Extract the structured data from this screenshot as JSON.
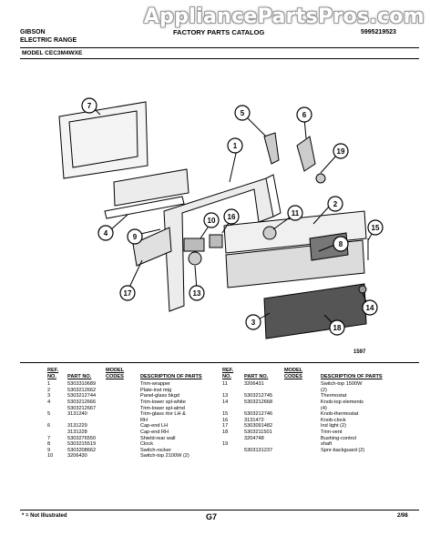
{
  "watermark": "AppliancePartsPros.com",
  "header": {
    "brand_line1": "GIBSON",
    "brand_line2": "ELECTRIC RANGE",
    "catalog_title": "FACTORY PARTS CATALOG",
    "catalog_number": "5995219523",
    "model_label": "MODEL CEC3M4WXE"
  },
  "diagram": {
    "callouts": [
      "7",
      "5",
      "6",
      "1",
      "19",
      "4",
      "9",
      "10",
      "16",
      "11",
      "2",
      "15",
      "8",
      "17",
      "13",
      "14",
      "3",
      "18"
    ],
    "figure_number": "1597"
  },
  "parts_table": {
    "columns": [
      "REF. NO.",
      "PART NO.",
      "MODEL CODES",
      "DESCRIPTION OF PARTS"
    ],
    "left_rows": [
      {
        "ref": "1\n2\n3\n4\n\n5",
        "part": "5303310689\n5303212662\n5303212744\n5303212666\n5303212667\n3131240",
        "codes": "",
        "desc": "Trim-wrapper\nPlate-inst mtg\nPanel-glass bkgd\nTrim-lower spl-white\nTrim-lower spl-almd\nTrim-glass rtnr LH &\nRH"
      },
      {
        "ref": "6\n\n7\n8\n9\n10",
        "part": "3131229\n3131228\n5303276550\n5303215519\n5303208662\n3206430",
        "codes": "",
        "desc": "Cap-end LH\nCap-end RH\nShield-rear wall\nClock\nSwitch-rocker\nSwitch-top 2100W (2)"
      }
    ],
    "right_rows": [
      {
        "ref": "11\n\n13\n14\n\n15\n16\n17\n18\n\n19",
        "part": "3206431\n\n5303212745\n5303212668\n\n5303212746\n3131472\n5303091482\n5303211501\n3204748\n\n5303131237",
        "codes": "",
        "desc": "Switch-top 1500W\n(2)\nThermostat\nKnob-top elements\n(4)\nKnob-thermostat\nKnob-clock\nInd light (2)\nTrim-vent\nBushing-control\nshaft\nSpnr-backguard (2)"
      }
    ]
  },
  "footer": {
    "note": "* = Not Illustrated",
    "page": "G7",
    "date": "2/98"
  }
}
